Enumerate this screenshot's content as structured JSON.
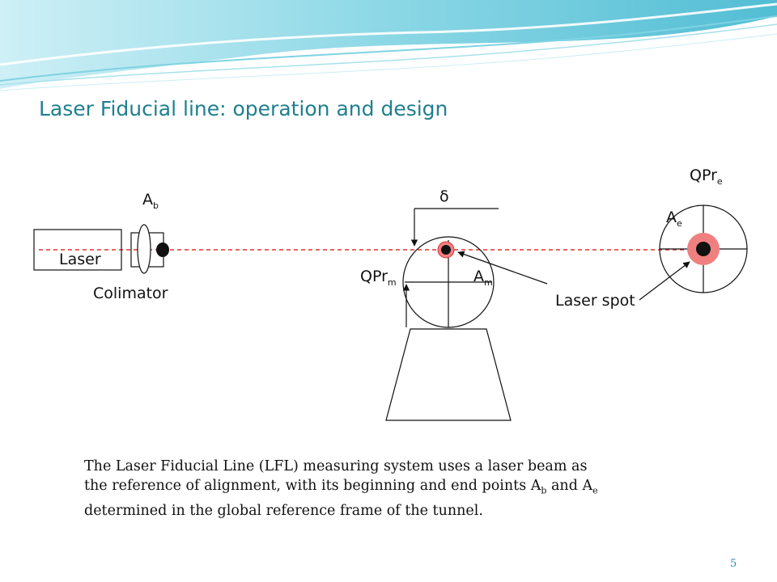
{
  "slide": {
    "title": "Laser Fiducial line: operation and design",
    "page_number": "5"
  },
  "diagram": {
    "laser_label": "Laser",
    "colimator_label": "Colimator",
    "ab_base": "A",
    "ab_sub": "b",
    "ae_base": "A",
    "ae_sub": "e",
    "am_base": "A",
    "am_sub": "m",
    "qprm_base": "QPr",
    "qprm_sub": "m",
    "qpre_base": "QPr",
    "qpre_sub": "e",
    "delta_label": "δ",
    "laser_spot_label": "Laser spot"
  },
  "caption": {
    "line1": "The Laser Fiducial Line (LFL)  measuring system uses a laser beam as",
    "line2_pre": "the reference of alignment,  with its beginning and end points A",
    "line2_sub1": "b",
    "line2_mid": " and A",
    "line2_sub2": "e",
    "line3": "determined in the global reference frame of the tunnel."
  },
  "colors": {
    "title": "#1f7f8f",
    "beam": "#e03030",
    "spot": "#f08080",
    "wave": "#5ec8dc"
  }
}
